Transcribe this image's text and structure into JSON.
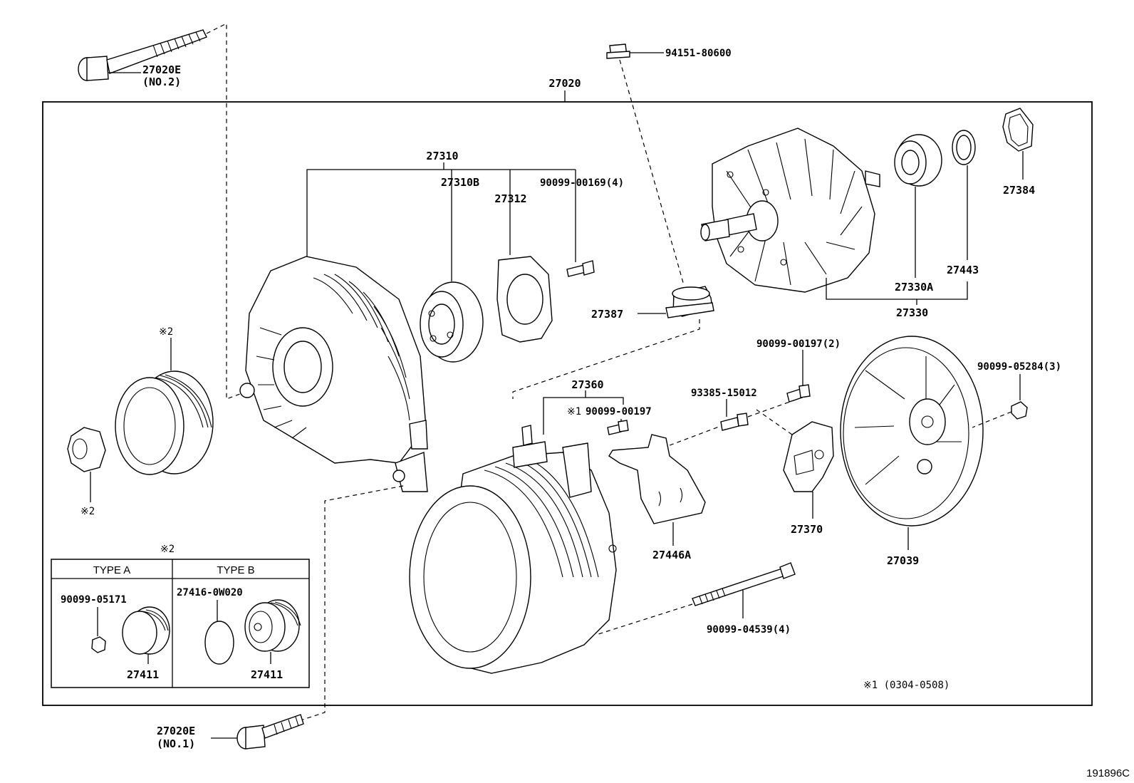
{
  "labels": {
    "assembly": "27020",
    "bolt_no2": "27020E",
    "bolt_no2_sub": "(NO.2)",
    "bolt_no1": "27020E",
    "bolt_no1_sub": "(NO.1)",
    "cap": "94151-80600",
    "drive_frame": "27310",
    "bearing_front": "27310B",
    "retainer": "27312",
    "screw_retainer": "90099-00169(4)",
    "rotor_bearing_rear": "27330A",
    "bearing_cover": "27443",
    "rotor": "27330",
    "seal": "27384",
    "terminal_insulator": "27387",
    "stator_assy": "27360",
    "mark1_screw": "※1",
    "stator_screw": "90099-00197",
    "screw_holder": "90099-00197(2)",
    "screw_brush": "93385-15012",
    "nut_cover": "90099-05284(3)",
    "brush_holder": "27370",
    "rear_cover": "27039",
    "plate": "27446A",
    "through_bolt": "90099-04539(4)",
    "pulley_mark": "※2",
    "nut_mark": "※2",
    "inset_mark": "※2",
    "note": "※1  (0304-0508)",
    "figure_id": "191896C"
  },
  "inset": {
    "type_a": "TYPE A",
    "type_b": "TYPE B",
    "a_nut": "90099-05171",
    "a_pulley": "27411",
    "b_cap": "27416-0W020",
    "b_pulley": "27411"
  }
}
